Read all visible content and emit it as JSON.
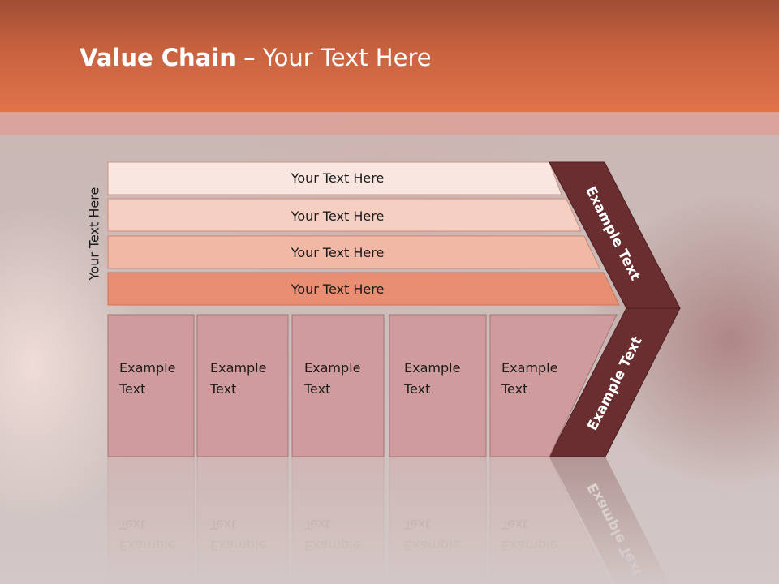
{
  "title": {
    "bold": "Value Chain",
    "rest": " – Your Text Here"
  },
  "side_label": "Your Text Here",
  "rows": [
    {
      "label": "Your Text Here",
      "color": "#f9e6e1"
    },
    {
      "label": "Your Text Here",
      "color": "#f6cfc3"
    },
    {
      "label": "Your Text Here",
      "color": "#f0b8a5"
    },
    {
      "label": "Your Text Here",
      "color": "#e88e72"
    }
  ],
  "arrows": {
    "top": "Example Text",
    "bottom": "Example Text",
    "color": "#6b2e30"
  },
  "columns": [
    {
      "line1": "Example",
      "line2": "Text"
    },
    {
      "line1": "Example",
      "line2": "Text"
    },
    {
      "line1": "Example",
      "line2": "Text"
    },
    {
      "line1": "Example",
      "line2": "Text"
    },
    {
      "line1": "Example",
      "line2": "Text"
    }
  ],
  "colors": {
    "header": "#e0734a",
    "column": "#d09b9c"
  }
}
